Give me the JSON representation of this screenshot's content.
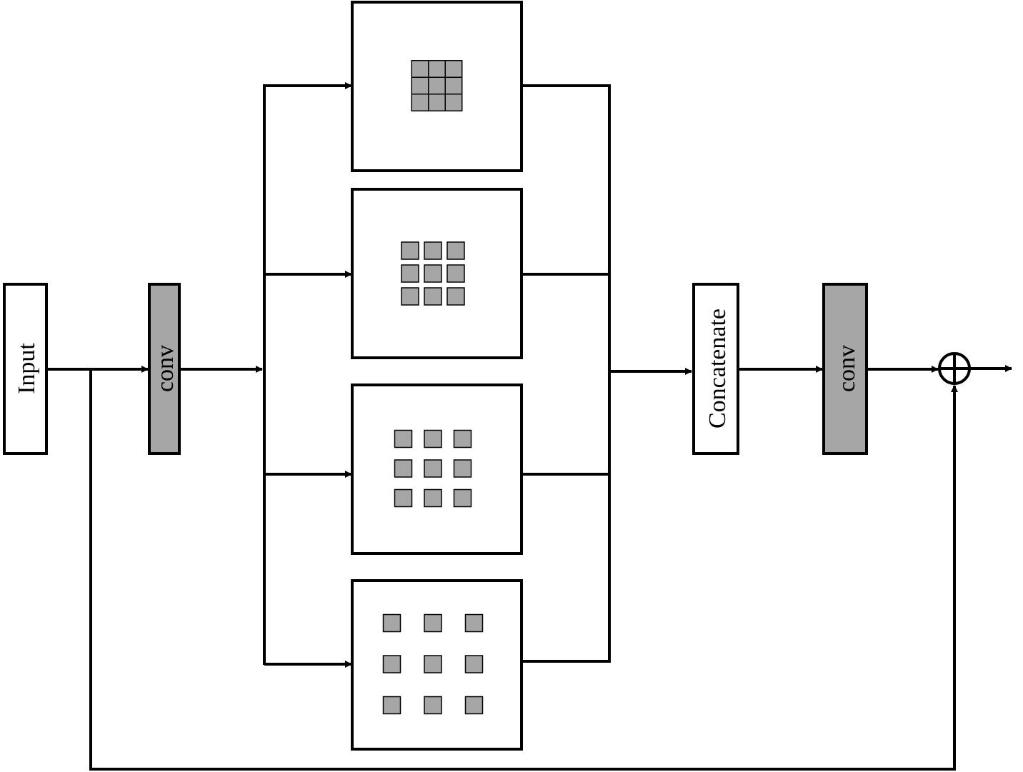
{
  "labels": {
    "input": "Input",
    "conv_first": "conv",
    "concatenate": "Concatenate",
    "conv_second": "conv"
  },
  "colors": {
    "stroke": "#000000",
    "background": "#ffffff",
    "conv_fill": "#a6a6a6",
    "kernel_cell_fill": "#a6a6a6"
  },
  "branches": [
    {
      "name": "dilation-rate-1",
      "grid_size": 3,
      "dilation": 1
    },
    {
      "name": "dilation-rate-2",
      "grid_size": 3,
      "dilation": 2
    },
    {
      "name": "dilation-rate-3",
      "grid_size": 3,
      "dilation": 3
    },
    {
      "name": "dilation-rate-4",
      "grid_size": 3,
      "dilation": 4
    }
  ],
  "merge_symbol": "element-wise-add-icon"
}
